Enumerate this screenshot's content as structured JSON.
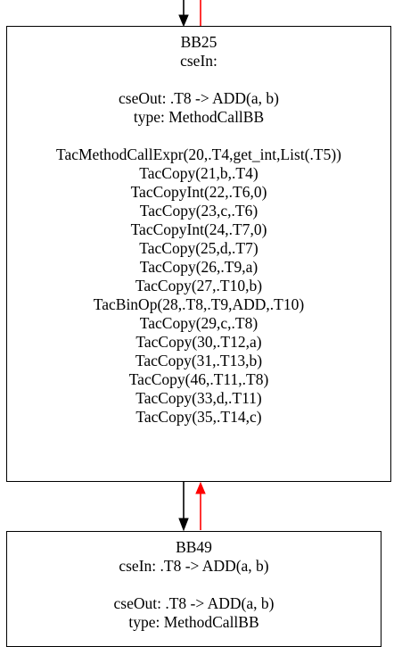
{
  "colors": {
    "node_border": "#000000",
    "forward_edge": "#000000",
    "back_edge": "#ff0000",
    "background": "#ffffff"
  },
  "nodes": [
    {
      "id": "BB25",
      "lines": [
        "BB25",
        "cseIn:",
        "",
        "cseOut: .T8 -> ADD(a, b)",
        "type: MethodCallBB",
        "",
        "TacMethodCallExpr(20,.T4,get_int,List(.T5))",
        "TacCopy(21,b,.T4)",
        "TacCopyInt(22,.T6,0)",
        "TacCopy(23,c,.T6)",
        "TacCopyInt(24,.T7,0)",
        "TacCopy(25,d,.T7)",
        "TacCopy(26,.T9,a)",
        "TacCopy(27,.T10,b)",
        "TacBinOp(28,.T8,.T9,ADD,.T10)",
        "TacCopy(29,c,.T8)",
        "TacCopy(30,.T12,a)",
        "TacCopy(31,.T13,b)",
        "TacCopy(46,.T11,.T8)",
        "TacCopy(33,d,.T11)",
        "TacCopy(35,.T14,c)"
      ]
    },
    {
      "id": "BB49",
      "lines": [
        "BB49",
        "cseIn: .T8 -> ADD(a, b)",
        "",
        "cseOut: .T8 -> ADD(a, b)",
        "type: MethodCallBB"
      ]
    }
  ],
  "edges": [
    {
      "from": "(above)",
      "to": "BB25",
      "kind": "forward"
    },
    {
      "from": "BB25",
      "to": "(above)",
      "kind": "back"
    },
    {
      "from": "BB25",
      "to": "BB49",
      "kind": "forward"
    },
    {
      "from": "BB49",
      "to": "BB25",
      "kind": "back"
    }
  ]
}
